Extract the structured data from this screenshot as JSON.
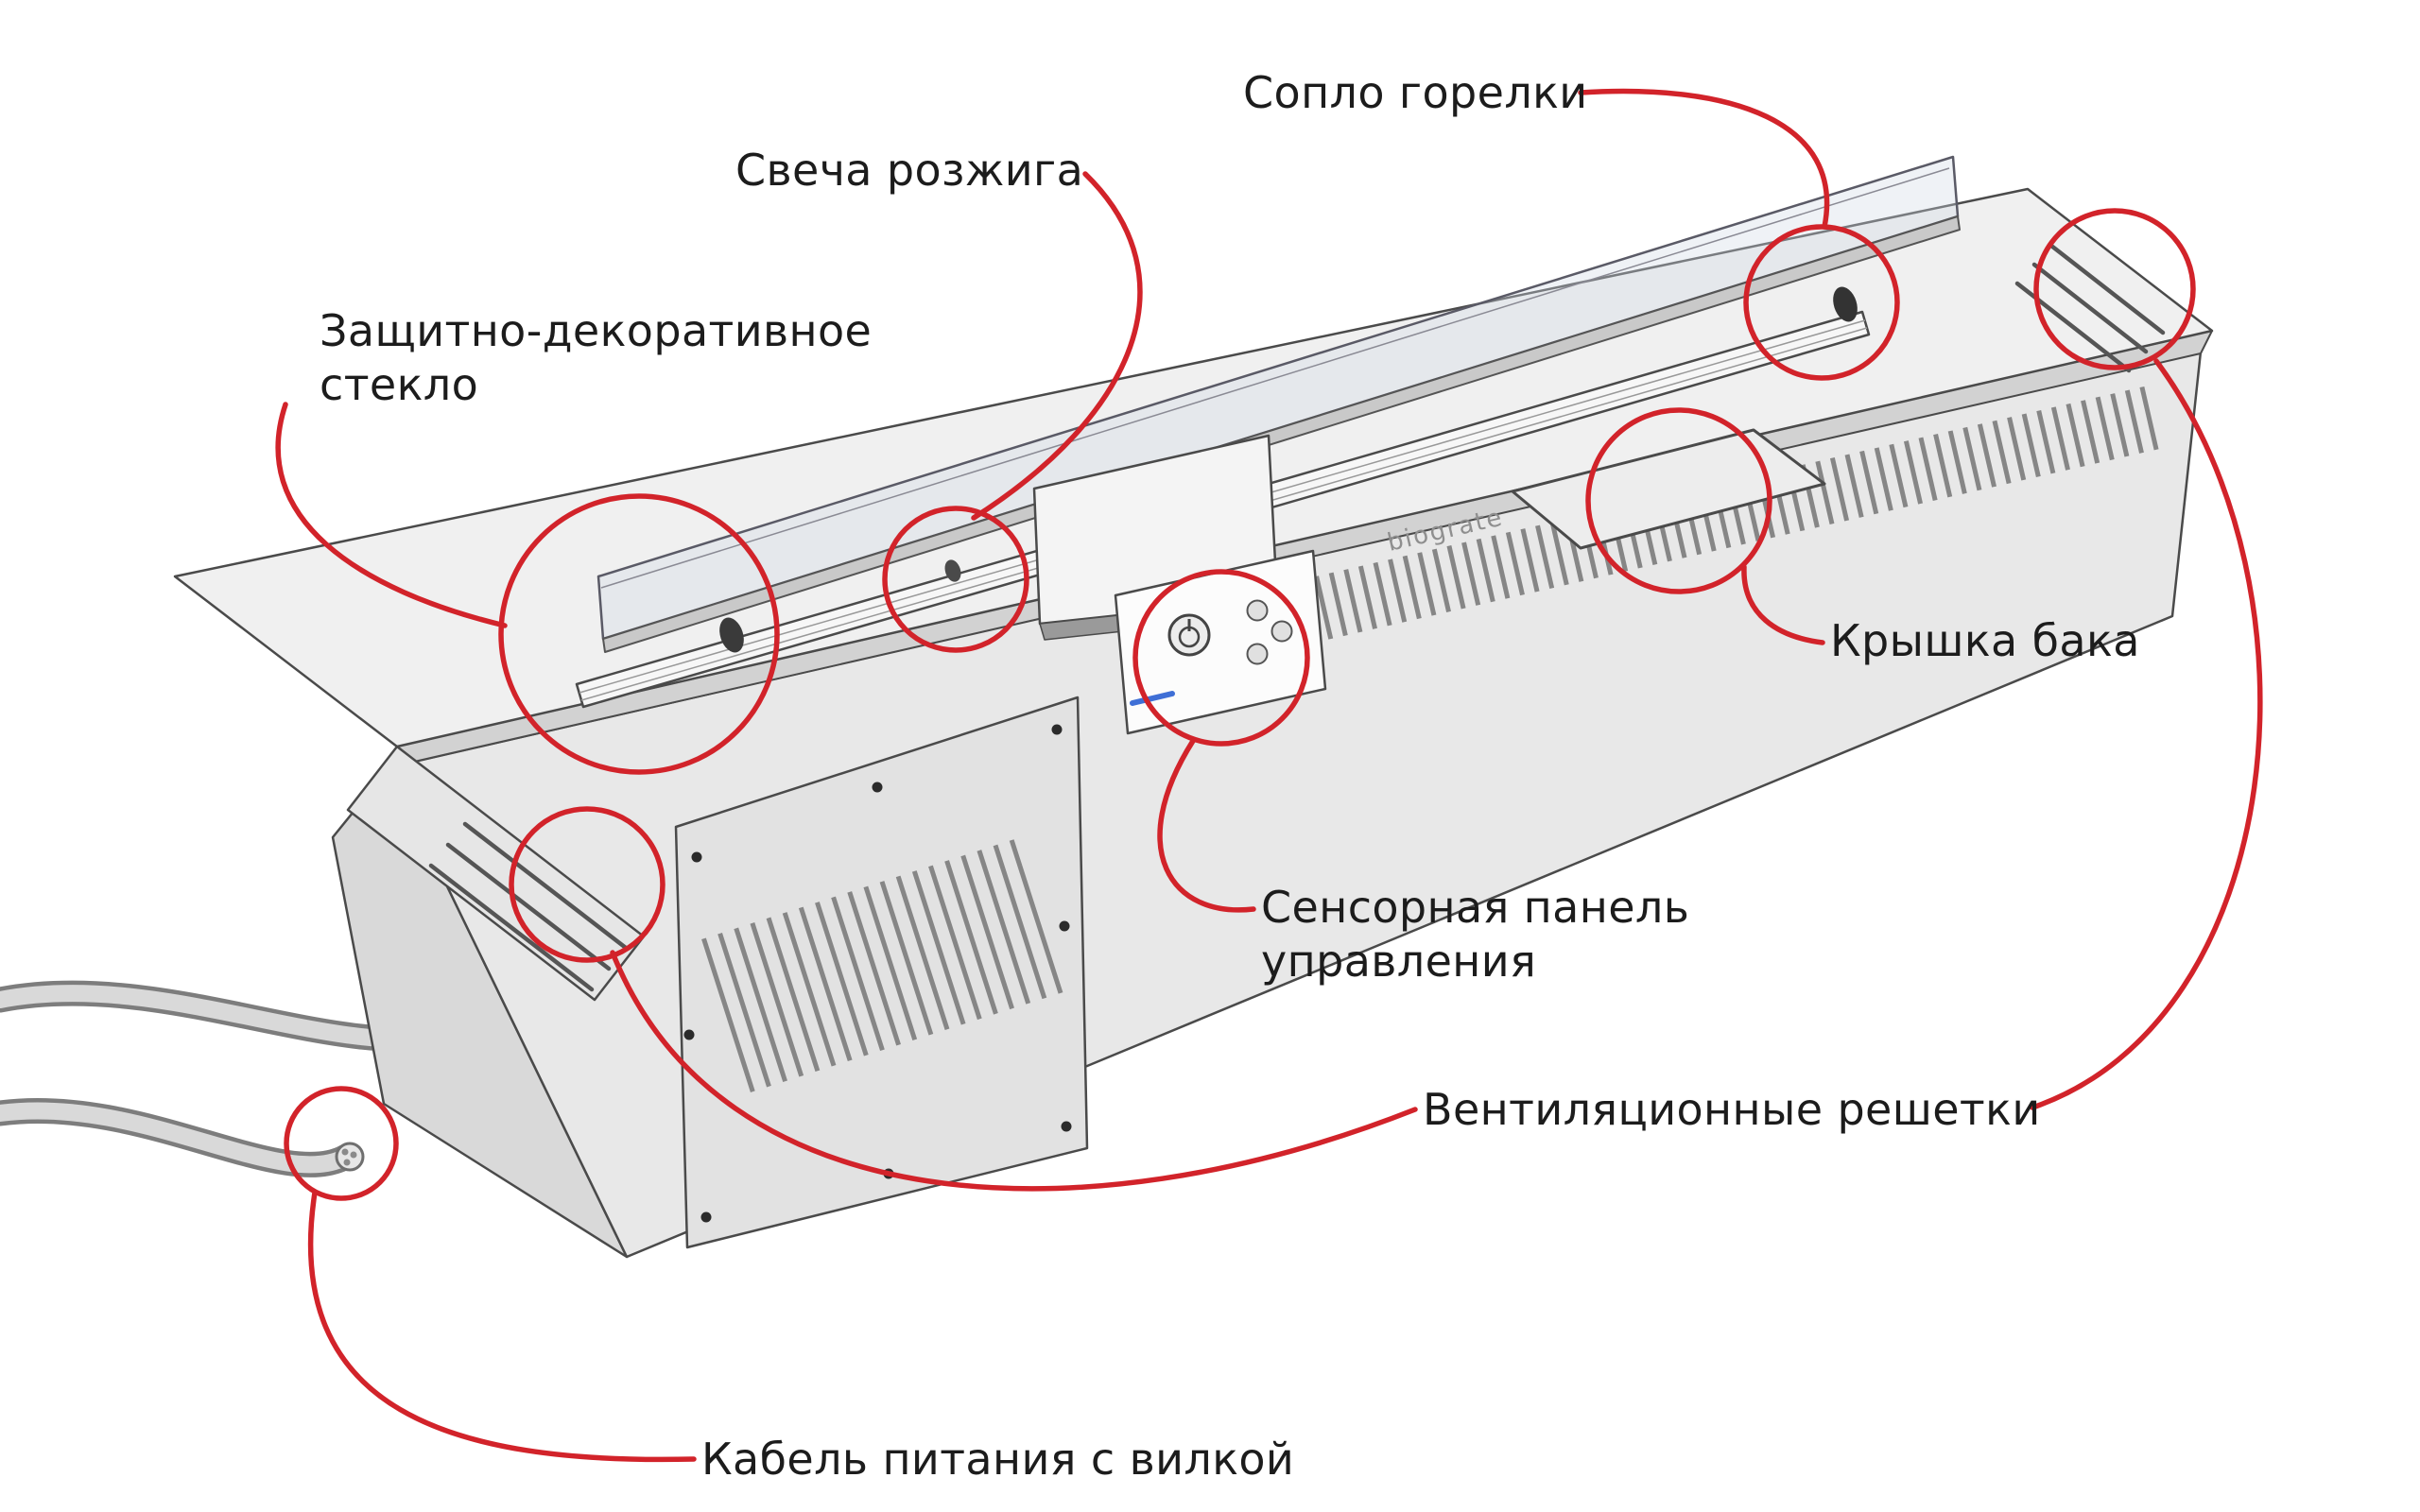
{
  "meta": {
    "background": "#ffffff",
    "accent_color": "#d2232a",
    "outline_color": "#4a4a4a",
    "text_color": "#1c1c1c",
    "plate_fill": "#f0f0f0",
    "front_fill": "#e8e8e8",
    "side_fill": "#dcdcdc"
  },
  "device": {
    "brand_logo": "biograte"
  },
  "callouts": {
    "burner_nozzle": {
      "label": "Сопло горелки"
    },
    "ignition_plug": {
      "label": "Свеча розжига"
    },
    "protective_glass": {
      "line1": "Защитно-декоративное",
      "line2": "стекло"
    },
    "tank_lid": {
      "label": "Крышка бака"
    },
    "touch_panel": {
      "line1": "Сенсорная панель",
      "line2": "управления"
    },
    "vent_grilles": {
      "label": "Вентиляционные решетки"
    },
    "power_cable": {
      "label": "Кабель питания с вилкой"
    }
  }
}
